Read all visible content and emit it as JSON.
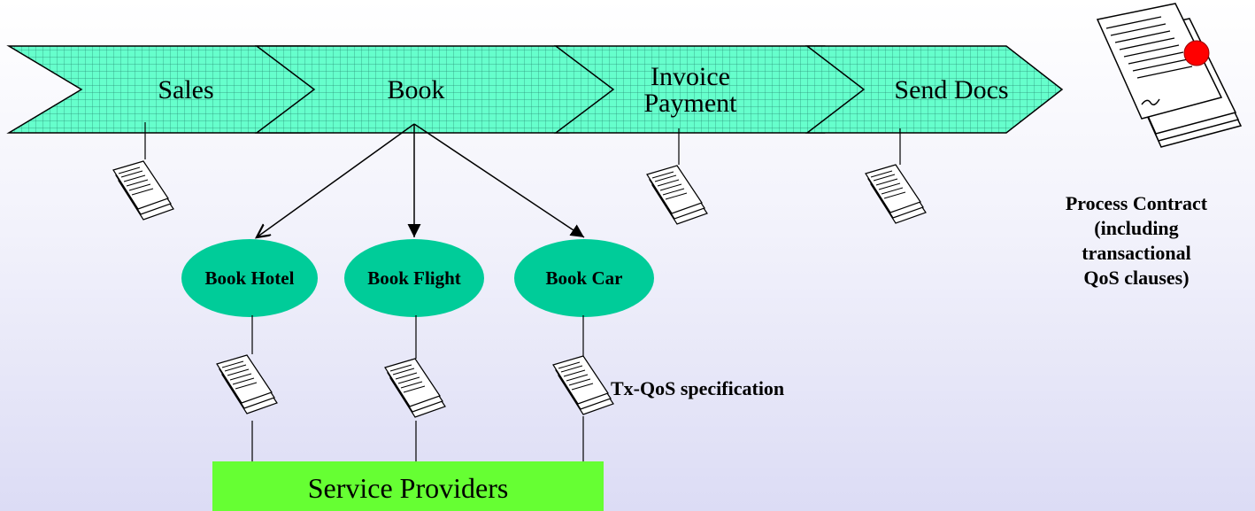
{
  "process_steps": [
    {
      "label": "Sales"
    },
    {
      "label": "Book"
    },
    {
      "label": "Invoice\nPayment"
    },
    {
      "label": "Send Docs"
    }
  ],
  "sub_services": [
    {
      "label": "Book Hotel"
    },
    {
      "label": "Book Flight"
    },
    {
      "label": "Book Car"
    }
  ],
  "process_contract_label": "Process Contract\n(including\ntransactional\nQoS clauses)",
  "spec_label": "Tx-QoS specification",
  "providers_label": "Service Providers",
  "colors": {
    "chevron_fill": "#66ffcc",
    "oval_fill": "#00cc99",
    "providers_fill": "#66ff33",
    "seal": "#ff0000"
  }
}
